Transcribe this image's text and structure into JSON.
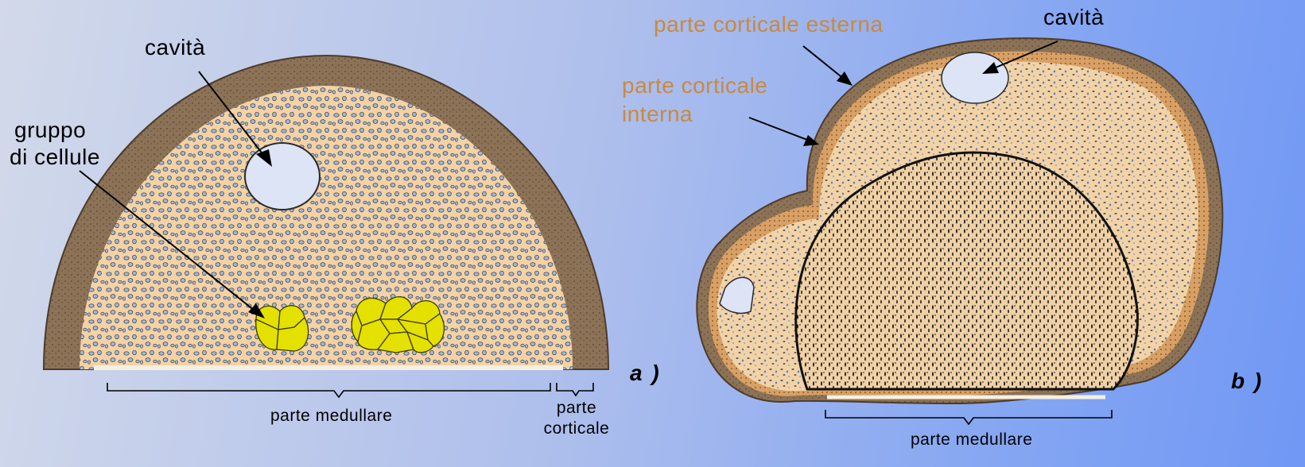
{
  "figure": {
    "panel_a": {
      "tag": "a )",
      "labels": {
        "cavity": "cavità",
        "cell_group_line1": "gruppo",
        "cell_group_line2": "di cellule",
        "medulla": "parte medullare",
        "cortex_line1": "parte",
        "cortex_line2": "corticale"
      }
    },
    "panel_b": {
      "tag": "b )",
      "labels": {
        "outer_cortex": "parte corticale esterna",
        "inner_cortex_line1": "parte corticale",
        "inner_cortex_line2": "interna",
        "cavity": "cavità",
        "medulla": "parte medullare"
      }
    }
  },
  "colors": {
    "cortex": "#8c7256",
    "tissue": "#f2d3a7",
    "cells": "#9fb0d3",
    "cell_group": "#e4e000",
    "label_orange": "#c98a3e"
  }
}
